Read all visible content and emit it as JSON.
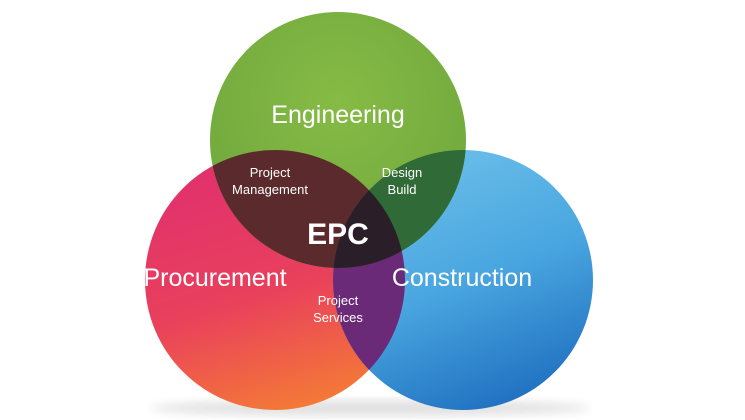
{
  "diagram": {
    "circles": {
      "engineering": {
        "label": "Engineering",
        "color": "#7db343"
      },
      "procurement": {
        "label": "Procurement",
        "color_top": "#e0306f",
        "color_bottom": "#f47a36"
      },
      "construction": {
        "label": "Construction",
        "color_top": "#6cc0ea",
        "color_bottom": "#1e6fbf"
      }
    },
    "overlaps": {
      "engineering_procurement": {
        "line1": "Project",
        "line2": "Management",
        "color": "#5b2a2c"
      },
      "engineering_construction": {
        "line1": "Design",
        "line2": "Build",
        "color": "#2f6a37"
      },
      "procurement_construction": {
        "line1": "Project",
        "line2": "Services",
        "color": "#6b2a78"
      },
      "center": {
        "label": "EPC",
        "color": "#2a1e28"
      }
    }
  }
}
